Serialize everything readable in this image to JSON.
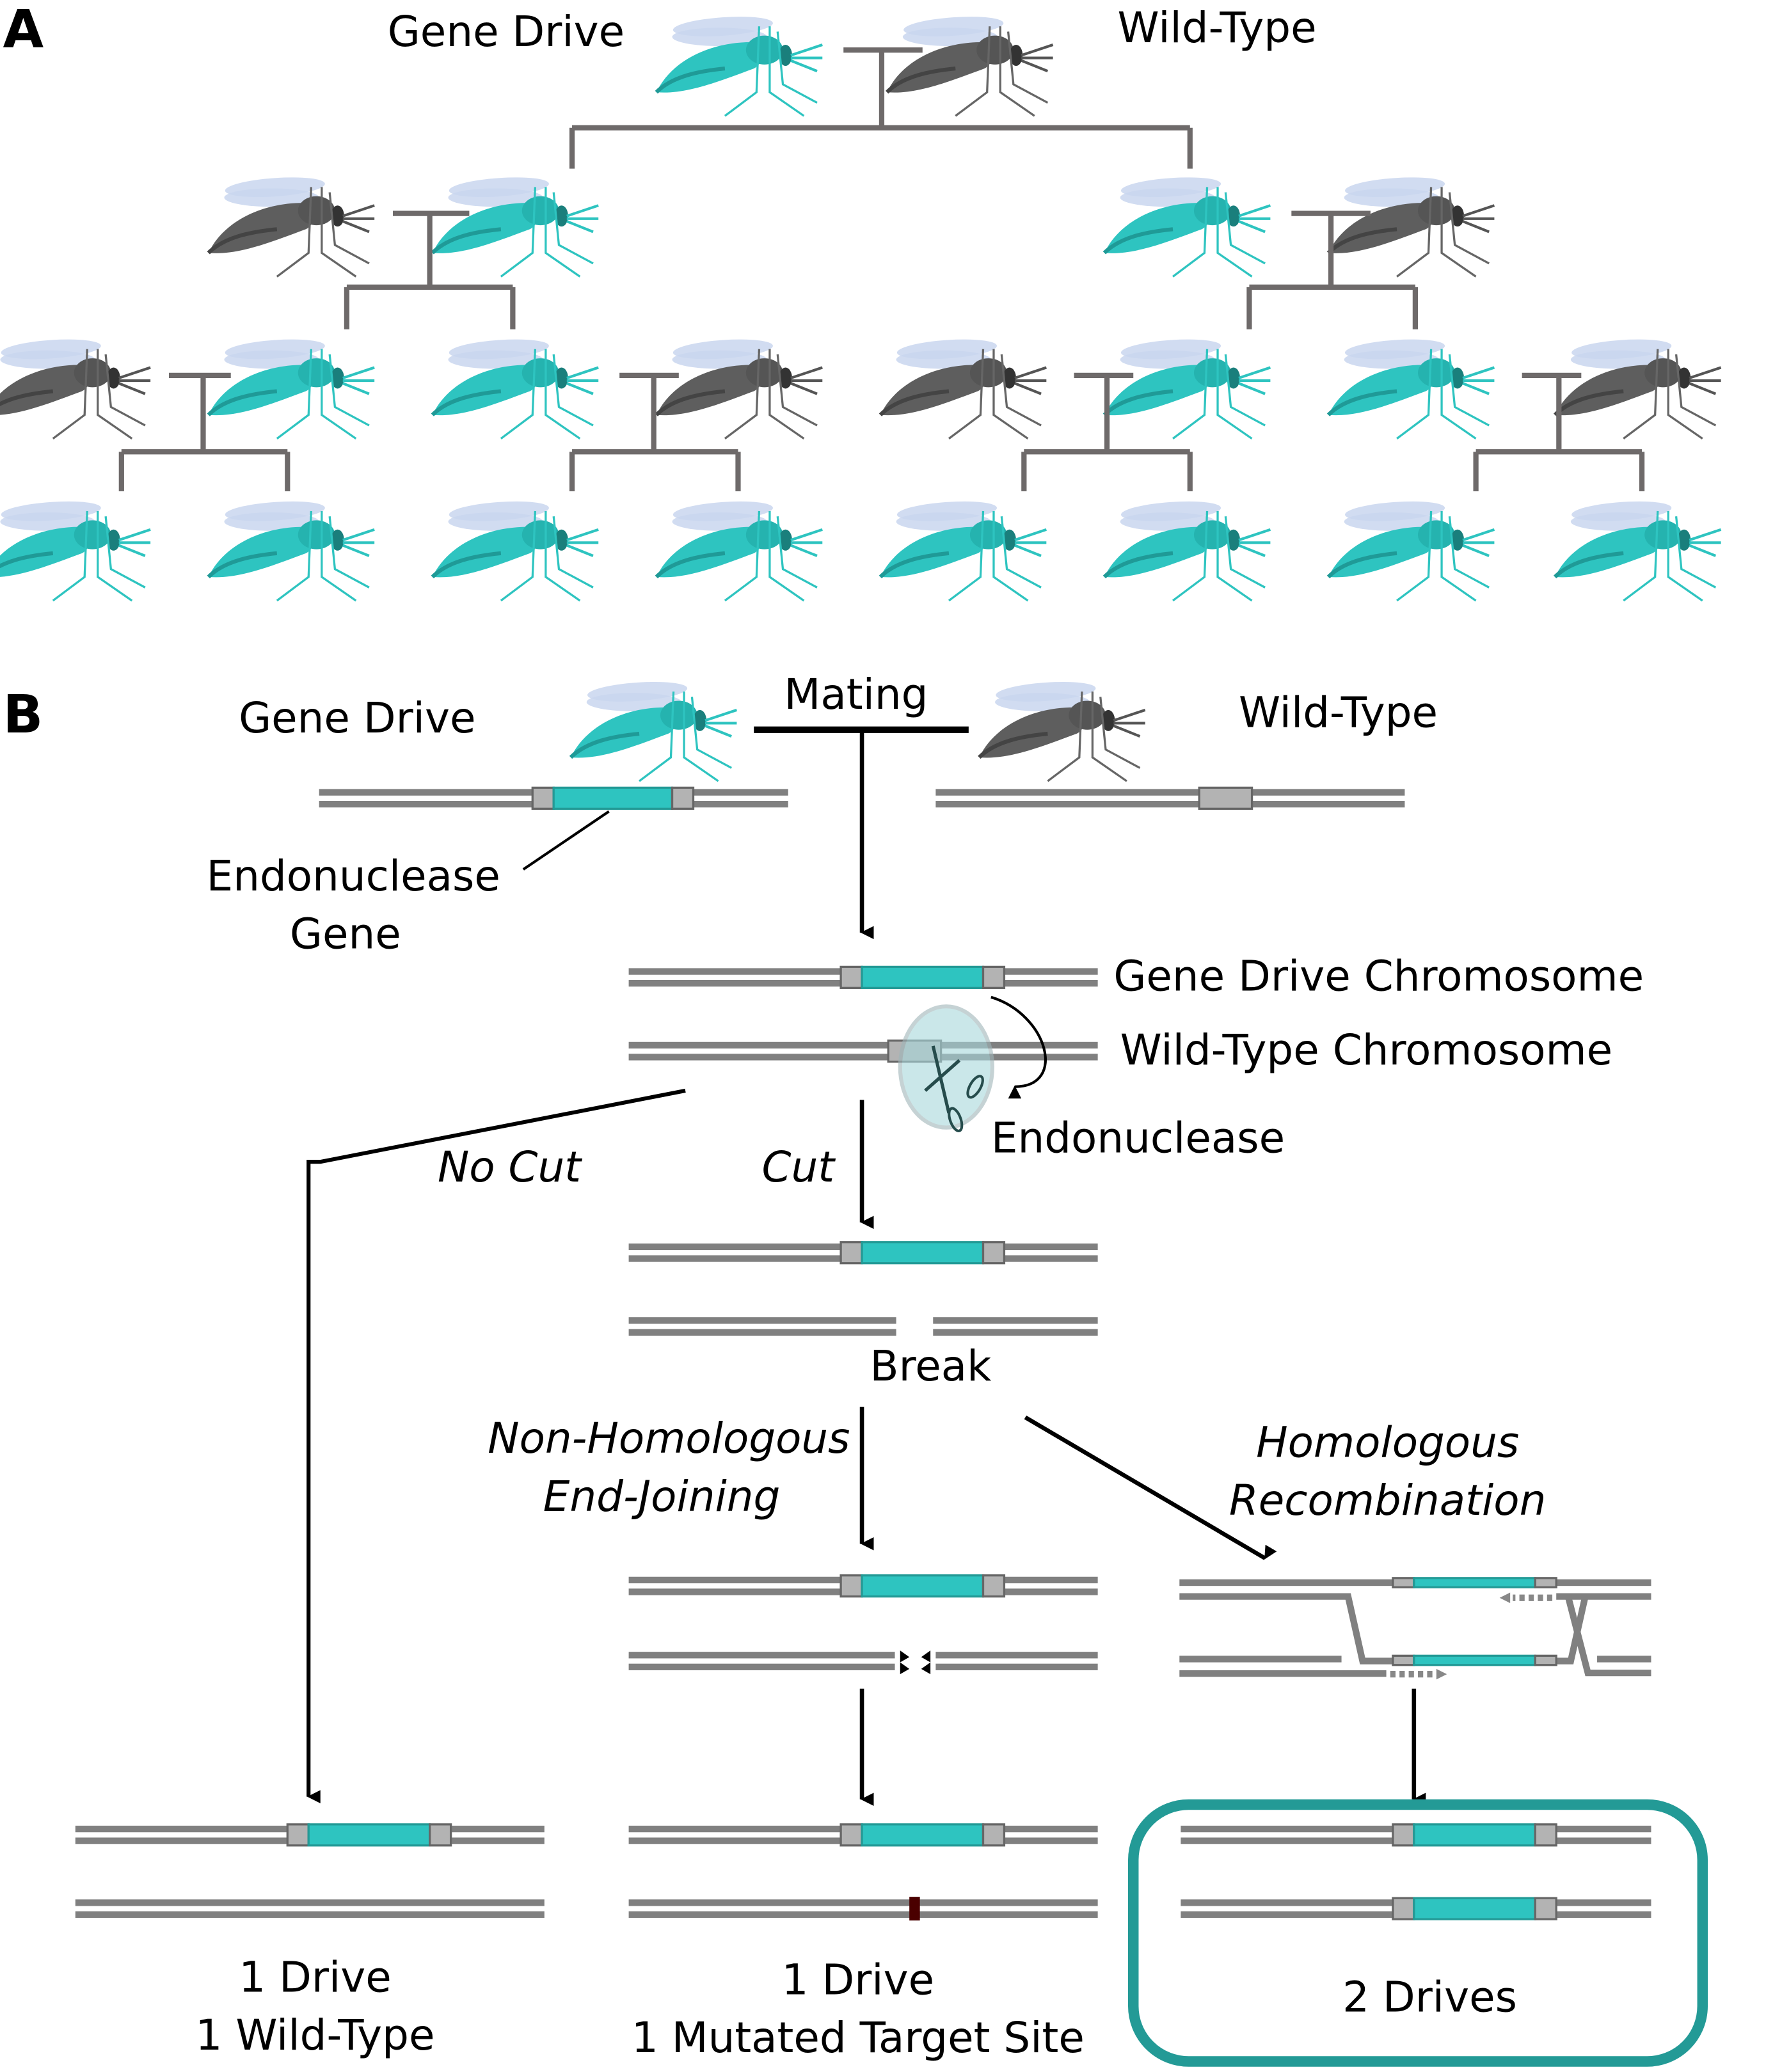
{
  "figure": {
    "panel_a": {
      "label": "A",
      "parent_labels": {
        "gene_drive": "Gene Drive",
        "wild_type": "Wild-Type"
      },
      "generations": [
        [
          "drive",
          "wild"
        ],
        [
          "wild",
          "drive",
          "drive",
          "wild"
        ],
        [
          "wild",
          "drive",
          "drive",
          "wild",
          "wild",
          "drive",
          "drive",
          "wild"
        ],
        [
          "drive",
          "drive",
          "drive",
          "drive",
          "drive",
          "drive",
          "drive",
          "drive"
        ]
      ]
    },
    "panel_b": {
      "label": "B",
      "parent_labels": {
        "gene_drive": "Gene Drive",
        "wild_type": "Wild-Type"
      },
      "mating": "Mating",
      "endonuclease_gene": [
        "Endonuclease",
        "Gene"
      ],
      "gene_drive_chromosome": "Gene Drive Chromosome",
      "wild_type_chromosome": "Wild-Type Chromosome",
      "endonuclease": "Endonuclease",
      "no_cut": "No Cut",
      "cut": "Cut",
      "break": "Break",
      "nhej": [
        "Non-Homologous",
        "End-Joining"
      ],
      "hr": [
        "Homologous",
        "Recombination"
      ],
      "outcomes": [
        {
          "line1": "1 Drive",
          "line2": "1 Wild-Type"
        },
        {
          "line1": "1 Drive",
          "line2": "1 Mutated Target Site"
        },
        {
          "line1": "2 Drives",
          "line2": ""
        }
      ]
    },
    "colors": {
      "drive": "#2ec4c0",
      "drive_dark": "#1f9a97",
      "wild": "#5a5a5a",
      "chromosome": "#808080",
      "flank": "#b3b3b3",
      "highlight_box": "#239a96",
      "mutation": "#4a0000"
    }
  }
}
